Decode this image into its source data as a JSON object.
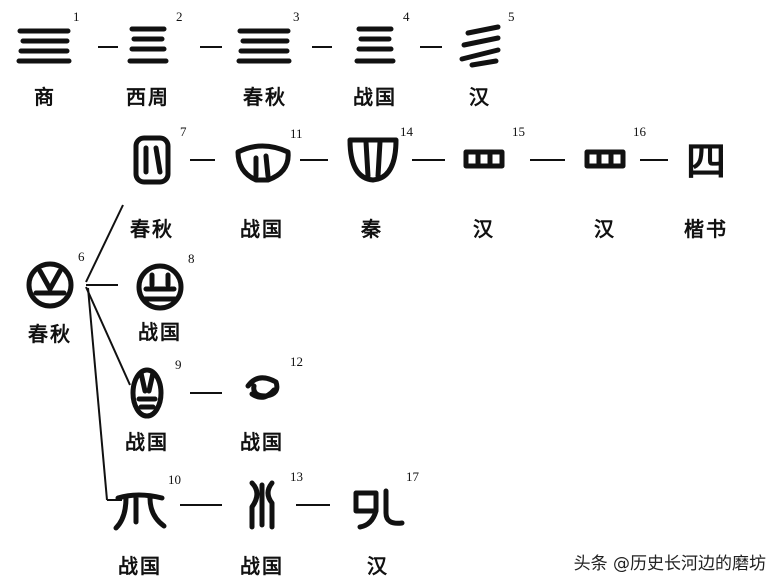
{
  "nodes": [
    {
      "id": "1",
      "number": "1",
      "label": "商",
      "glyph": "four-lines"
    },
    {
      "id": "2",
      "number": "2",
      "label": "西周",
      "glyph": "four-lines-short"
    },
    {
      "id": "3",
      "number": "3",
      "label": "春秋",
      "glyph": "four-lines"
    },
    {
      "id": "4",
      "number": "4",
      "label": "战国",
      "glyph": "four-lines-short"
    },
    {
      "id": "5",
      "number": "5",
      "label": "汉",
      "glyph": "slant-lines"
    },
    {
      "id": "7",
      "number": "7",
      "label": "春秋",
      "glyph": "box-ba"
    },
    {
      "id": "11",
      "number": "11",
      "label": "战国",
      "glyph": "oval-legs"
    },
    {
      "id": "14",
      "number": "14",
      "label": "秦",
      "glyph": "cup"
    },
    {
      "id": "15",
      "number": "15",
      "label": "汉",
      "glyph": "flat-box"
    },
    {
      "id": "16",
      "number": "16",
      "label": "汉",
      "glyph": "flat-box"
    },
    {
      "id": "kai",
      "number": "",
      "label": "楷书",
      "glyph": "四"
    },
    {
      "id": "6",
      "number": "6",
      "label": "春秋",
      "glyph": "circle-triangle"
    },
    {
      "id": "8",
      "number": "8",
      "label": "战国",
      "glyph": "circle-si"
    },
    {
      "id": "9",
      "number": "9",
      "label": "战国",
      "glyph": "tall-oval"
    },
    {
      "id": "12",
      "number": "12",
      "label": "战国",
      "glyph": "scribble"
    },
    {
      "id": "10",
      "number": "10",
      "label": "战国",
      "glyph": "gate"
    },
    {
      "id": "13",
      "number": "13",
      "label": "战国",
      "glyph": "trident"
    },
    {
      "id": "17",
      "number": "17",
      "label": "汉",
      "glyph": "er"
    }
  ],
  "watermark": "头条 @历史长河边的磨坊"
}
